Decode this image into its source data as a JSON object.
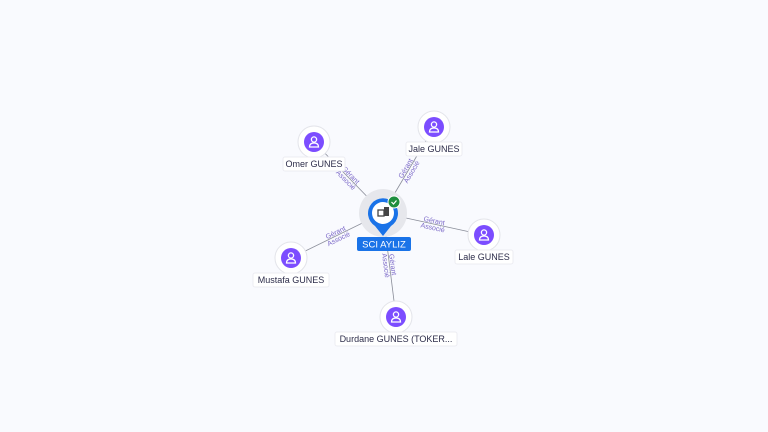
{
  "center": {
    "label": "SCI AYLIZ",
    "icon": "building-icon",
    "status_icon": "check-icon",
    "color": "#1a73e8",
    "status_color": "#1e8e3e"
  },
  "people": [
    {
      "name": "Omer GUNES",
      "roles": [
        "Gérant",
        "Associé"
      ]
    },
    {
      "name": "Jale GUNES",
      "roles": [
        "Gérant",
        "Associé"
      ]
    },
    {
      "name": "Lale GUNES",
      "roles": [
        "Gérant",
        "Associé"
      ]
    },
    {
      "name": "Mustafa GUNES",
      "roles": [
        "Gérant",
        "Associé"
      ]
    },
    {
      "name": "Durdane GUNES (TOKER...",
      "roles": [
        "Gérant",
        "Associé"
      ]
    }
  ],
  "person_icon": "person-icon",
  "person_color": "#7c4dff"
}
